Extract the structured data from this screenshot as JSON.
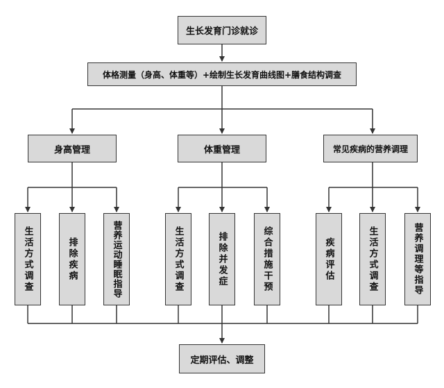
{
  "title": "生长发育门诊就诊",
  "assessment": "体格测量（身高、体重等）+绘制生长发育曲线图+膳食结构调查",
  "branches": [
    {
      "label": "身高管理",
      "items": [
        "生活方式调查",
        "排除疾病",
        "营养运动睡眠指导"
      ]
    },
    {
      "label": "体重管理",
      "items": [
        "生活方式调查",
        "排除并发症",
        "综合措施干预"
      ]
    },
    {
      "label": "常见疾病的营养调理",
      "items": [
        "疾病评估",
        "生活方式调查",
        "营养调理等指导"
      ]
    }
  ],
  "final": "定期评估、调整",
  "colors": {
    "box_fill": "#d9d9d9",
    "border": "#333333",
    "line": "#333333",
    "text": "#111111"
  }
}
